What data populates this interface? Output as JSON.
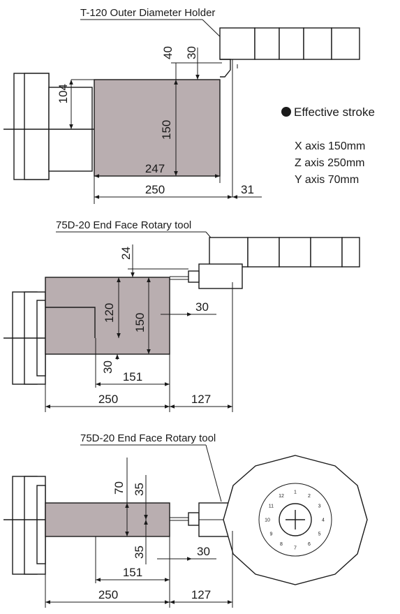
{
  "views": [
    {
      "label": "T-120 Outer Diameter Holder",
      "dims": {
        "d104": "104",
        "d40": "40",
        "d30": "30",
        "d150": "150",
        "d247": "247",
        "d250": "250",
        "d31": "31"
      }
    },
    {
      "label": "75D-20 End Face Rotary tool",
      "dims": {
        "d24": "24",
        "d120": "120",
        "d150": "150",
        "d30a": "30",
        "d30b": "30",
        "d151": "151",
        "d250": "250",
        "d127": "127"
      }
    },
    {
      "label": "75D-20 End Face Rotary tool",
      "dims": {
        "d70": "70",
        "d35a": "35",
        "d35b": "35",
        "d30": "30",
        "d151": "151",
        "d250": "250",
        "d127": "127"
      }
    }
  ],
  "stroke_info": {
    "heading": "Effective stroke",
    "x_axis": "X axis 150mm",
    "z_axis": "Z axis 250mm",
    "y_axis": "Y axis 70mm"
  },
  "turret_numbers": [
    "1",
    "2",
    "3",
    "4",
    "5",
    "6",
    "7",
    "8",
    "9",
    "10",
    "11",
    "12"
  ],
  "colors": {
    "stroke_area": "#b9aeb0",
    "lines": "#1a1a1a"
  }
}
